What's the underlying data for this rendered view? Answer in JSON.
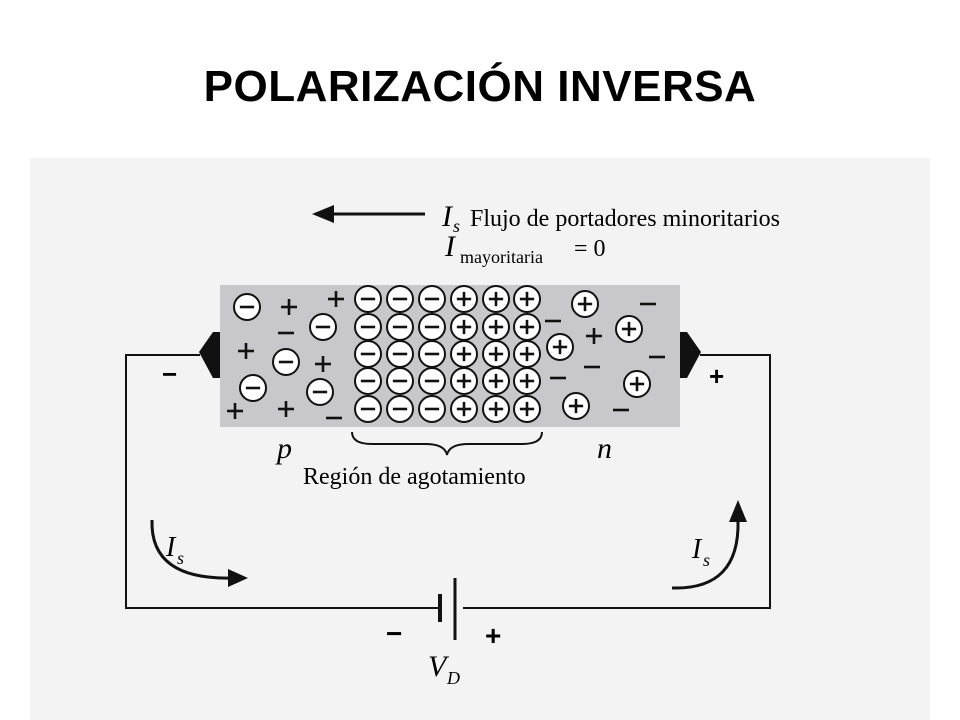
{
  "title": "POLARIZACIÓN INVERSA",
  "legend": {
    "is_symbol": "I",
    "is_sub": "s",
    "is_text": "Flujo de portadores minoritarios",
    "imaj_symbol": "I",
    "imaj_sub": "mayoritaria",
    "imaj_eq": "= 0"
  },
  "diode": {
    "p_label": "p",
    "n_label": "n",
    "depletion_label": "Región de agotamiento",
    "left_terminal_sign": "−",
    "right_terminal_sign": "+"
  },
  "circuit": {
    "left_current_symbol": "I",
    "left_current_sub": "s",
    "right_current_symbol": "I",
    "right_current_sub": "s",
    "battery_minus": "−",
    "battery_plus": "+",
    "battery_symbol": "V",
    "battery_sub": "D"
  },
  "colors": {
    "page_bg": "#ffffff",
    "scan_bg": "#f3f3f4",
    "diode_bg": "#c8c8cc",
    "line": "#111111"
  }
}
